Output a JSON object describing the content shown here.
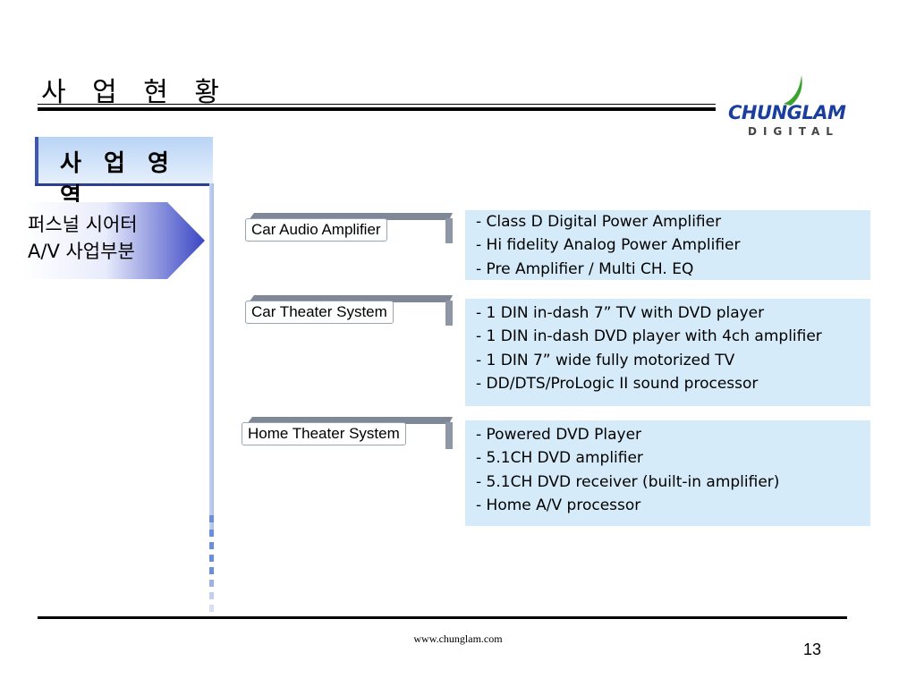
{
  "header": {
    "title": "사 업 현 황"
  },
  "logo": {
    "main": "CHUNGLAM",
    "sub": "DIGITAL"
  },
  "section": {
    "label": "사 업 영 역"
  },
  "division": {
    "line1": "퍼스널 시어터",
    "line2": "A/V 사업부분"
  },
  "categories": [
    {
      "name": "Car Audio Amplifier",
      "items": [
        "- Class D Digital Power Amplifier",
        "- Hi fidelity Analog Power Amplifier",
        "- Pre Amplifier / Multi CH. EQ"
      ]
    },
    {
      "name": "Car Theater System",
      "items": [
        "- 1 DIN in-dash 7” TV with DVD player",
        "- 1 DIN in-dash DVD player with 4ch amplifier",
        "- 1 DIN 7” wide fully motorized TV",
        "- DD/DTS/ProLogic II sound processor"
      ]
    },
    {
      "name": "Home Theater System",
      "items": [
        "- Powered DVD Player",
        "- 5.1CH DVD amplifier",
        "- 5.1CH DVD receiver (built-in amplifier)",
        "- Home A/V processor"
      ]
    }
  ],
  "footer": {
    "url": "www.chunglam.com",
    "page": "13"
  },
  "colors": {
    "accent": "#1a3e9e",
    "panel": "#d6ebfa",
    "arrow": "#3b46c4"
  }
}
